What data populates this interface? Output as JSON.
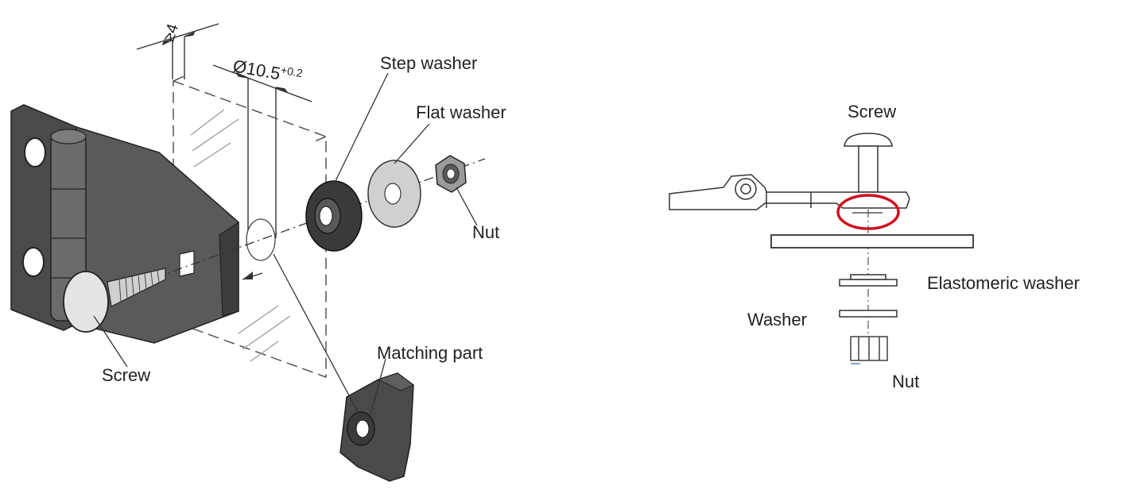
{
  "left_diagram": {
    "dim_thickness": "≥4",
    "dim_hole": "Ø10.5",
    "dim_hole_tolerance": "+0.2",
    "labels": {
      "step_washer": "Step washer",
      "flat_washer": "Flat washer",
      "nut": "Nut",
      "screw": "Screw",
      "matching_part": "Matching part"
    }
  },
  "right_diagram": {
    "labels": {
      "screw": "Screw",
      "elastomeric_washer": "Elastomeric washer",
      "washer": "Washer",
      "nut": "Nut"
    },
    "highlight_color": "#d0101c"
  },
  "colors": {
    "part_dark": "#4a4a4c",
    "part_mid": "#6b6b6e",
    "part_light": "#c9c9c9",
    "line": "#333333"
  }
}
